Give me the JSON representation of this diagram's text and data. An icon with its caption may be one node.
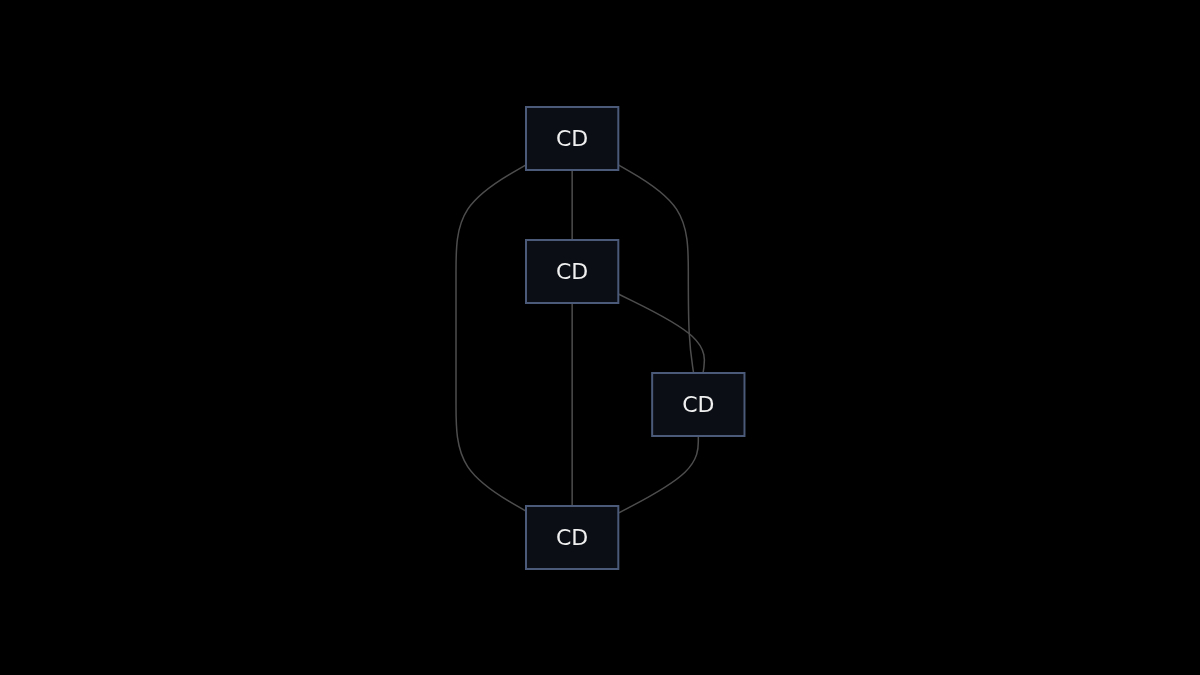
{
  "diagram": {
    "nodes": [
      {
        "text": [
          "CD"
        ]
      },
      {
        "text": [
          "CD"
        ]
      },
      {
        "text": [
          "CD"
        ]
      },
      {
        "text": [
          "CD"
        ]
      }
    ],
    "edges": [
      {
        "from": 0,
        "to": 1,
        "arrow": "none"
      },
      {
        "from": 0,
        "to": 2,
        "arrow": "none"
      },
      {
        "from": 0,
        "to": 3,
        "arrow": "none"
      },
      {
        "from": 1,
        "to": 2,
        "arrow": "none"
      },
      {
        "from": 1,
        "to": 3,
        "arrow": "none"
      },
      {
        "from": 2,
        "to": 3,
        "arrow": "none"
      }
    ]
  }
}
